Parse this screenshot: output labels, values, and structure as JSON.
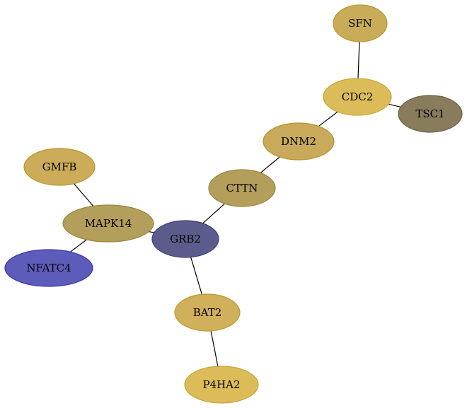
{
  "nodes": [
    {
      "id": "SFN",
      "label": "SFN",
      "fill": "#c8ac58",
      "stroke": "#b8982e"
    },
    {
      "id": "CDC2",
      "label": "CDC2",
      "fill": "#dcbc58",
      "stroke": "#c8a438"
    },
    {
      "id": "TSC1",
      "label": "TSC1",
      "fill": "#887c5c",
      "stroke": "#6c6044"
    },
    {
      "id": "DNM2",
      "label": "DNM2",
      "fill": "#c8aa5a",
      "stroke": "#b49234"
    },
    {
      "id": "CTTN",
      "label": "CTTN",
      "fill": "#b49e5c",
      "stroke": "#9a843c"
    },
    {
      "id": "GMFB",
      "label": "GMFB",
      "fill": "#ccac58",
      "stroke": "#b8942e"
    },
    {
      "id": "MAPK14",
      "label": "MAPK14",
      "fill": "#b49e5c",
      "stroke": "#9a843c"
    },
    {
      "id": "GRB2",
      "label": "GRB2",
      "fill": "#5c5c8c",
      "stroke": "#3c3c78"
    },
    {
      "id": "NFATC4",
      "label": "NFATC4",
      "fill": "#5e5cba",
      "stroke": "#3a38a8"
    },
    {
      "id": "BAT2",
      "label": "BAT2",
      "fill": "#d0b05a",
      "stroke": "#bc9834"
    },
    {
      "id": "P4HA2",
      "label": "P4HA2",
      "fill": "#dcbc58",
      "stroke": "#c8a438"
    }
  ],
  "edges": [
    [
      "SFN",
      "CDC2"
    ],
    [
      "CDC2",
      "TSC1"
    ],
    [
      "CDC2",
      "DNM2"
    ],
    [
      "DNM2",
      "CTTN"
    ],
    [
      "CTTN",
      "GRB2"
    ],
    [
      "GMFB",
      "MAPK14"
    ],
    [
      "MAPK14",
      "GRB2"
    ],
    [
      "MAPK14",
      "NFATC4"
    ],
    [
      "GRB2",
      "BAT2"
    ],
    [
      "BAT2",
      "P4HA2"
    ]
  ]
}
